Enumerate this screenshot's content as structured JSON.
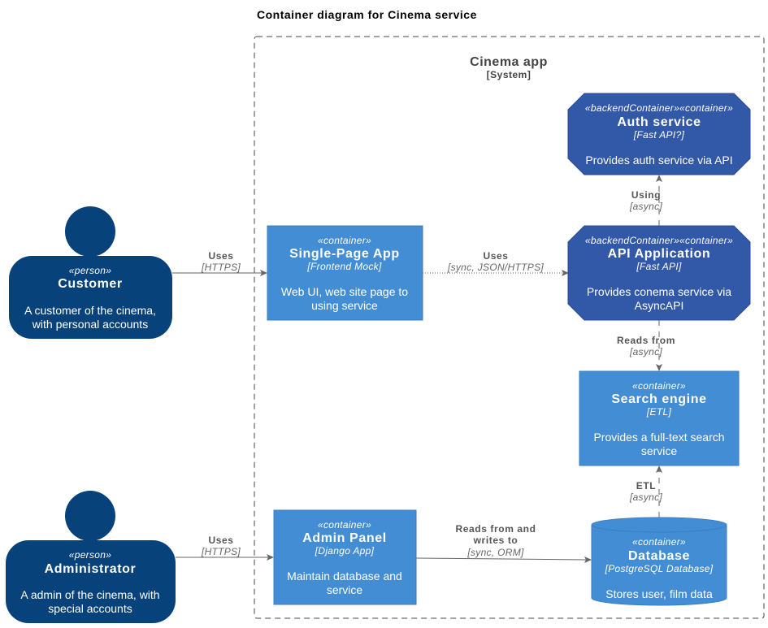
{
  "diagram": {
    "title": "Container diagram for Cinema service",
    "boundary": {
      "name": "Cinema app",
      "type": "[System]"
    },
    "persons": {
      "customer": {
        "stereotype": "«person»",
        "name": "Customer",
        "desc1": "A customer of the cinema,",
        "desc2": "with personal accounts"
      },
      "admin": {
        "stereotype": "«person»",
        "name": "Administrator",
        "desc1": "A admin of the cinema, with",
        "desc2": "special accounts"
      }
    },
    "containers": {
      "spa": {
        "stereotype": "«container»",
        "name": "Single-Page App",
        "tech": "[Frontend Mock]",
        "desc1": "Web UI, web site page to",
        "desc2": "using service"
      },
      "auth": {
        "stereotype": "«backendContainer»«container»",
        "name": "Auth service",
        "tech": "[Fast API?]",
        "desc1": "Provides auth service via API"
      },
      "api": {
        "stereotype": "«backendContainer»«container»",
        "name": "API Application",
        "tech": "[Fast API]",
        "desc1": "Provides conema service via",
        "desc2": "AsyncAPI"
      },
      "search": {
        "stereotype": "«container»",
        "name": "Search engine",
        "tech": "[ETL]",
        "desc1": "Provides a full-text search",
        "desc2": "service"
      },
      "admin_panel": {
        "stereotype": "«container»",
        "name": "Admin Panel",
        "tech": "[Django App]",
        "desc1": "Maintain database and",
        "desc2": "service"
      },
      "db": {
        "stereotype": "«container»",
        "name": "Database",
        "tech": "[PostgreSQL Database]",
        "desc1": "Stores user, film data"
      }
    },
    "relations": {
      "customer_spa": {
        "label": "Uses",
        "tech": "[HTTPS]"
      },
      "spa_api": {
        "label": "Uses",
        "tech": "[sync, JSON/HTTPS]"
      },
      "api_auth": {
        "label": "Using",
        "tech": "[async]"
      },
      "api_search": {
        "label": "Reads from",
        "tech": "[async]"
      },
      "db_search": {
        "label": "ETL",
        "tech": "[async]"
      },
      "admin_panel": {
        "label": "Uses",
        "tech": "[HTTPS]"
      },
      "panel_db": {
        "label1": "Reads from and",
        "label2": "writes to",
        "tech": "[sync, ORM]"
      }
    },
    "colors": {
      "person": "#08427B",
      "container": "#438DD5",
      "backend_container": "#3258A8",
      "boundary": "#444444",
      "arrow": "#666666"
    }
  }
}
